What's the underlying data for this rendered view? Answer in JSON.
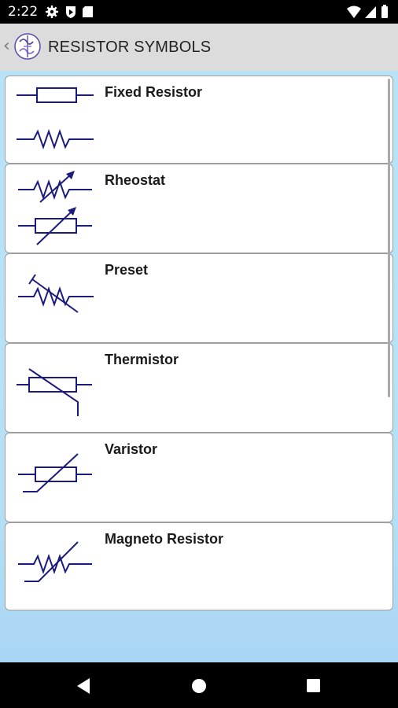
{
  "status_bar": {
    "time": "2:22",
    "left_icons": [
      "gear-icon",
      "play-protect-icon",
      "sd-card-icon"
    ],
    "right_icons": [
      "wifi-icon",
      "cellular-signal-icon",
      "battery-icon"
    ]
  },
  "app_bar": {
    "title": "RESISTOR SYMBOLS",
    "back_icon": "chevron-left-icon",
    "logo_icon": "app-logo-icon"
  },
  "symbols": [
    {
      "name": "Fixed Resistor",
      "icon": "fixed-resistor-symbol-icon"
    },
    {
      "name": "Rheostat",
      "icon": "rheostat-symbol-icon"
    },
    {
      "name": "Preset",
      "icon": "preset-symbol-icon"
    },
    {
      "name": "Thermistor",
      "icon": "thermistor-symbol-icon"
    },
    {
      "name": "Varistor",
      "icon": "varistor-symbol-icon"
    },
    {
      "name": "Magneto Resistor",
      "icon": "magneto-resistor-symbol-icon"
    }
  ],
  "nav_bar": {
    "buttons": [
      "back-triangle-icon",
      "home-circle-icon",
      "recents-square-icon"
    ]
  },
  "colors": {
    "symbol_stroke": "#1b1b7e",
    "app_bar_bg": "#dcdcdc",
    "content_bg": "#b8e3f6"
  }
}
